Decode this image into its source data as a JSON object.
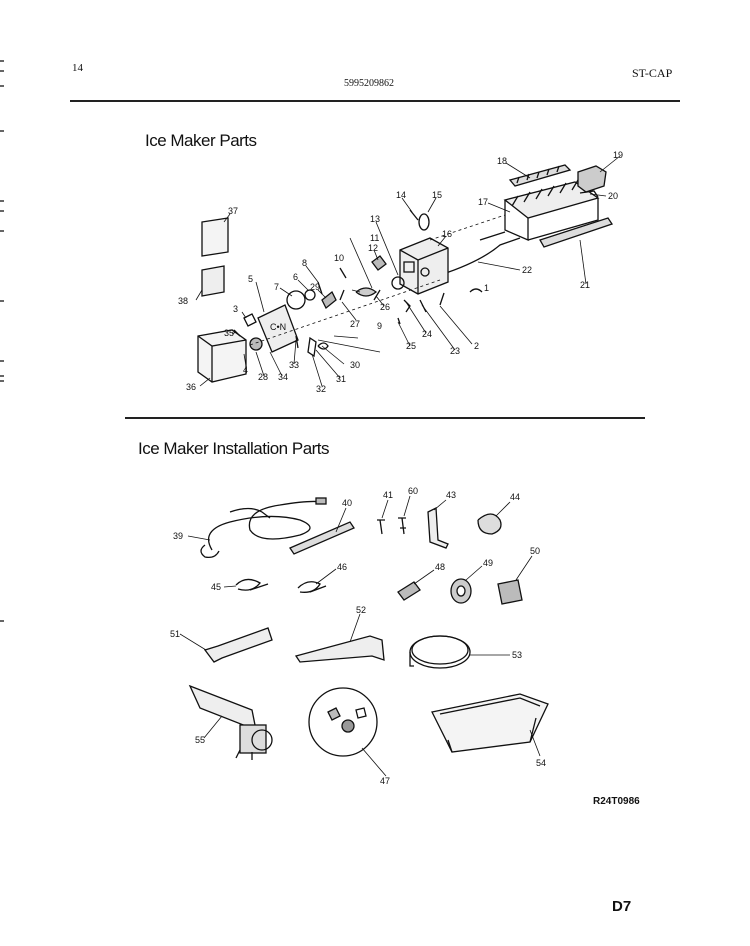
{
  "header": {
    "page_number": "14",
    "part_number": "5995209862",
    "model": "ST-CAP"
  },
  "sections": {
    "ice_maker_parts": {
      "title": "Ice Maker Parts"
    },
    "installation_parts": {
      "title": "Ice Maker Installation Parts"
    }
  },
  "callouts_top": [
    "1",
    "2",
    "3",
    "4",
    "5",
    "6",
    "7",
    "8",
    "9",
    "10",
    "11",
    "12",
    "13",
    "14",
    "15",
    "16",
    "17",
    "18",
    "19",
    "20",
    "21",
    "22",
    "23",
    "24",
    "25",
    "26",
    "27",
    "28",
    "29",
    "30",
    "31",
    "32",
    "33",
    "34",
    "35",
    "36",
    "37",
    "38"
  ],
  "callouts_bottom": [
    "39",
    "40",
    "41",
    "43",
    "44",
    "45",
    "46",
    "47",
    "48",
    "49",
    "50",
    "51",
    "52",
    "53",
    "54",
    "55",
    "60"
  ],
  "figure_code": "R24T0986",
  "page_id": "D7"
}
